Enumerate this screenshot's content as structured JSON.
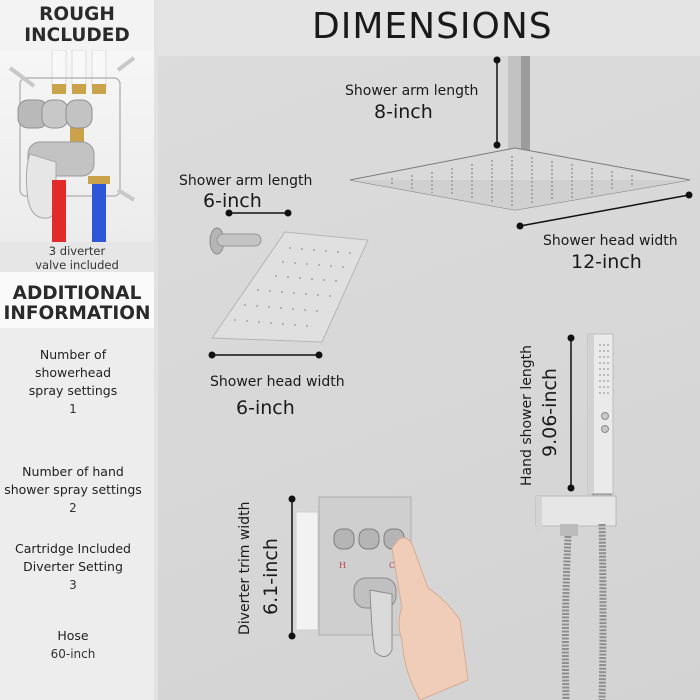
{
  "left_panel": {
    "rough_title_line1": "ROUGH",
    "rough_title_line2": "INCLUDED",
    "rough_caption_line1": "3 diverter",
    "rough_caption_line2": "valve included",
    "additional_title_line1": "ADDITIONAL",
    "additional_title_line2": "INFORMATION",
    "info": [
      {
        "label_lines": [
          "Number of",
          "showerhead",
          "spray settings"
        ],
        "value": "1"
      },
      {
        "label_lines": [
          "Number of hand",
          "shower spray settings"
        ],
        "value": "2"
      },
      {
        "label_lines": [
          "Cartridge Included",
          "Diverter Setting"
        ],
        "value": "3"
      },
      {
        "label_lines": [
          "Hose"
        ],
        "value": "60-inch"
      }
    ]
  },
  "main": {
    "title": "DIMENSIONS",
    "dimensions": {
      "ceiling_arm": {
        "label": "Shower arm length",
        "value": "8-inch"
      },
      "ceiling_head": {
        "label": "Shower head width",
        "value": "12-inch"
      },
      "wall_arm": {
        "label": "Shower arm length",
        "value": "6-inch"
      },
      "wall_head": {
        "label": "Shower head width",
        "value": "6-inch"
      },
      "hand_shower": {
        "label": "Hand shower length",
        "value": "9.06-inch"
      },
      "diverter_trim": {
        "label": "Diverter trim width",
        "value": "6.1-inch"
      }
    },
    "valve_markings": {
      "hot": "H",
      "cold": "C"
    }
  },
  "colors": {
    "background": "#d6d6d6",
    "left_panel": "#ededed",
    "text": "#1a1a1a",
    "hot_pipe": "#e12a2a",
    "cold_pipe": "#2f56d6",
    "brass": "#c9a24a",
    "chrome": "#b9b9b9"
  }
}
